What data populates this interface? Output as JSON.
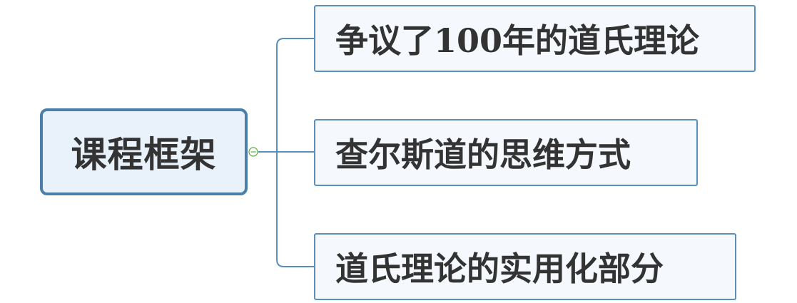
{
  "mindmap": {
    "root": {
      "label": "课程框架"
    },
    "children": [
      {
        "label": "争议了100年的道氏理论"
      },
      {
        "label": "查尔斯道的思维方式"
      },
      {
        "label": "道氏理论的实用化部分"
      }
    ]
  },
  "colors": {
    "root_border": "#4a7fab",
    "root_fill": "#e9f1fb",
    "child_border": "#5b8fbb",
    "child_fill": "#f5f8fc",
    "connector": "#5b8fbb",
    "toggle": "#5aa83c",
    "text": "#333333"
  },
  "icons": {
    "collapse_toggle": "collapse-minus-icon"
  }
}
